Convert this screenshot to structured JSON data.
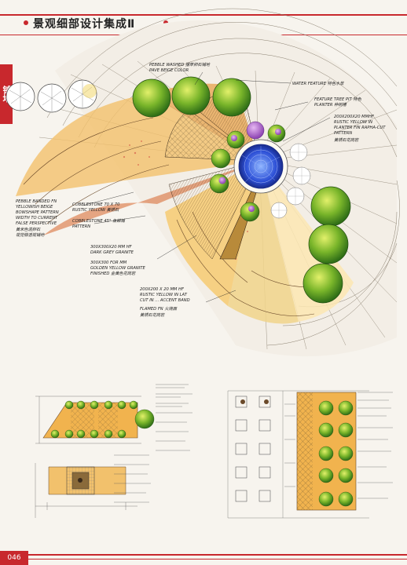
{
  "header": {
    "title": "景观细部设计集成Ⅱ",
    "accent_color": "#c8282d"
  },
  "side_tab": {
    "label": "铺地"
  },
  "footer": {
    "page_number": "046"
  },
  "plan_annotations": {
    "a1": "PEBBLE WASHED 摆草卵石铺地",
    "a1b": "PAVE BEIGE COLOR",
    "a2": "WATER FEATURE 特色水景",
    "a3": "FEATURE TREE PIT 特色",
    "a3b": "PLANTER 种树槽",
    "a4": "200X200X20 MMHF",
    "a4b": "RUSTIC YELLOW IN",
    "a4c": "PLANTER FIN  RAPHA-CUT",
    "a4d": "PATTERN",
    "a4e": "黄锈石花岗岩",
    "a5": "PEBBLE BANDED FN",
    "a5b": "YELLOWISH BEIGE",
    "a5c": "BOWSHAPE PATTERN",
    "a5d": "WIDTH TO CURRENT",
    "a5e": "FALSE PERSPECTIVE",
    "a5f": "黄米色混卵石",
    "a5g": "视觉假透视铺地",
    "a6": "COBBLESTONE 70 X 70",
    "a6b": "RUSTIC YELLOW 黄锈石",
    "a6c": "COBBLESTONE 45° 鱼鳞铺",
    "a6d": "PATTERN",
    "a7": "300X300X20 MM HF",
    "a7b": "DARK GREY GRANITE",
    "a7c": "300X300 FOR MM",
    "a7d": "GOLDEN YELLOW GRANITE",
    "a7e": "FINISHED 金黄色花岗岩",
    "a8": "200X200 X 20 MM HF",
    "a8b": "RUSTIC YELLOW IN LAT",
    "a8c": "CUT IN ... ACCENT BAND",
    "a9": "FLAMED FN 火烧面",
    "a9b": "黄锈石花岗岩"
  }
}
